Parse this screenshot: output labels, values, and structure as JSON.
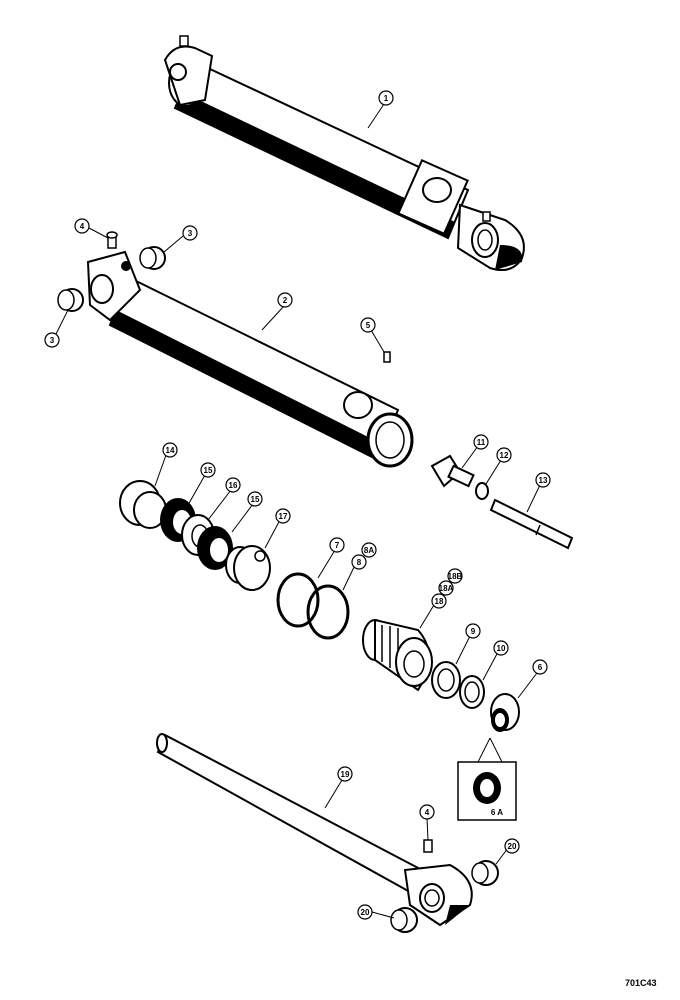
{
  "figure_id": "701C43",
  "callouts": {
    "c1": "1",
    "c2": "2",
    "c3a": "3",
    "c3b": "3",
    "c4a": "4",
    "c4b": "4",
    "c5": "5",
    "c6": "6",
    "c6a": "6 A",
    "c7": "7",
    "c8": "8",
    "c8a": "8A",
    "c9": "9",
    "c10": "10",
    "c11": "11",
    "c12": "12",
    "c13": "13",
    "c14": "14",
    "c15a": "15",
    "c15b": "15",
    "c16": "16",
    "c17": "17",
    "c18": "18",
    "c18a": "18A",
    "c18b": "18B",
    "c19": "19",
    "c20a": "20",
    "c20b": "20"
  }
}
